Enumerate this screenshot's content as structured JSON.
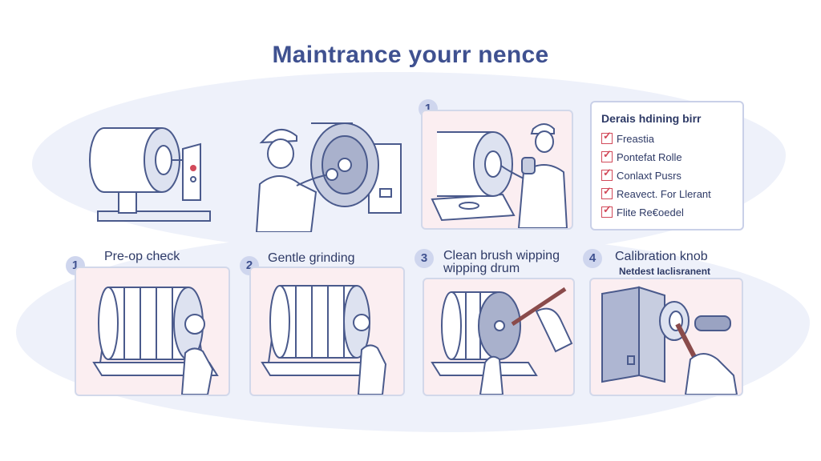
{
  "title": "Maintrance yourr nence",
  "checklist": {
    "title": "Derais hdining birr",
    "items": [
      "Freastia",
      "Pontefat Rolle",
      "Conlaxt Pusrs",
      "Reavect. For Llerant",
      "Flite Re€oedel"
    ]
  },
  "top_badge": "1",
  "steps": [
    {
      "number": "1",
      "label": "Pre-op check"
    },
    {
      "number": "2",
      "label": "Gentle grinding"
    },
    {
      "number": "3",
      "label": "Clean brush wipping",
      "label2": "wipping drum"
    },
    {
      "number": "4",
      "label": "Calibration knob",
      "sub": "Netdest Iaclisranent"
    }
  ],
  "colors": {
    "accent": "#3f5190",
    "panel_pink": "#fbeef1",
    "check": "#d24a5a"
  }
}
